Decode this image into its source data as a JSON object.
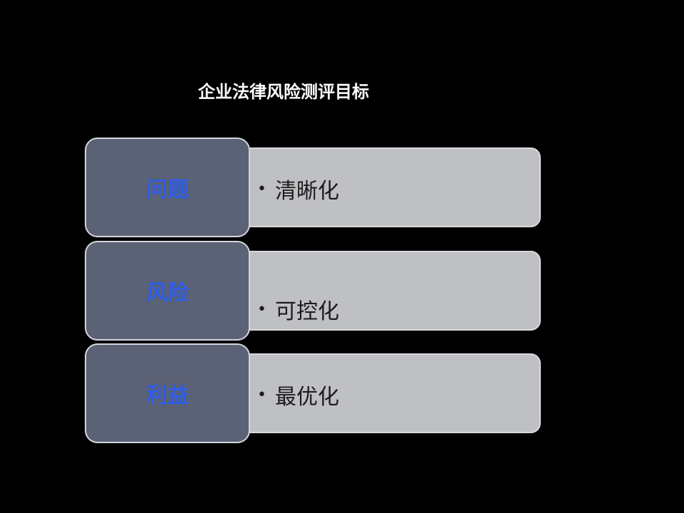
{
  "slide": {
    "title": "企业法律风险测评目标"
  },
  "rows": [
    {
      "label": "问题",
      "item": "清晰化"
    },
    {
      "label": "风险",
      "item": "可控化"
    },
    {
      "label": "利益",
      "item": "最优化"
    }
  ],
  "bullet_symbol": "•",
  "colors": {
    "background": "#000000",
    "label_box": "#5b6275",
    "label_text": "#2e5ce6",
    "detail_box": "#bfc0c4",
    "title_text": "#ffffff"
  }
}
